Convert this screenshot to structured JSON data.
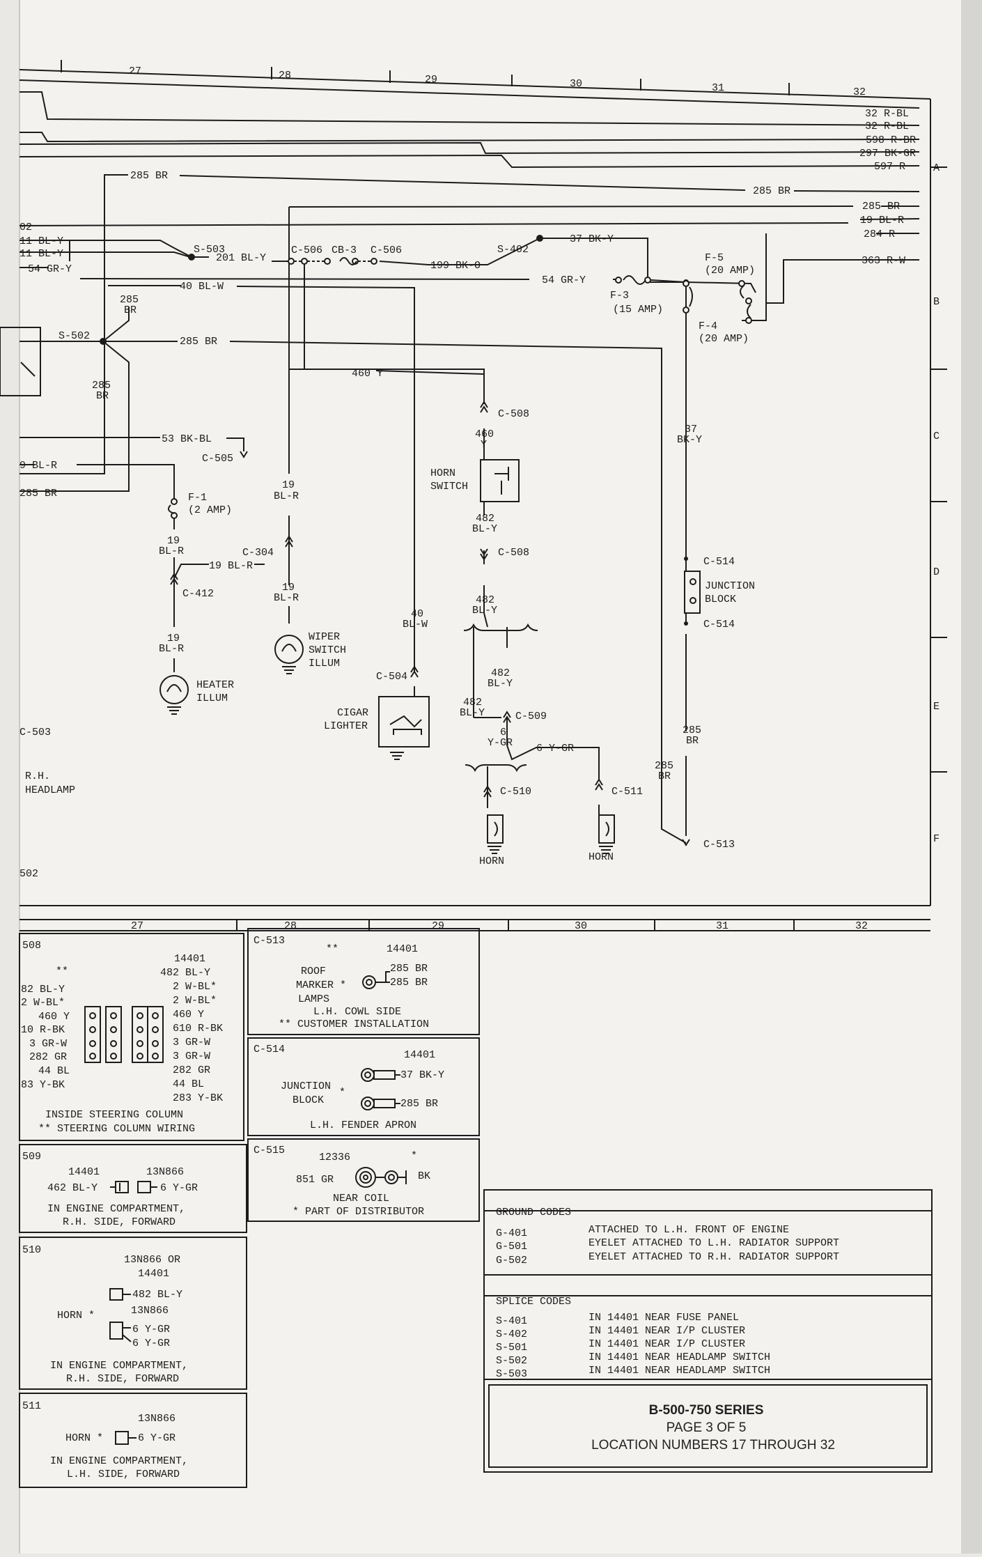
{
  "location_numbers": [
    "27",
    "28",
    "29",
    "30",
    "31",
    "32"
  ],
  "row_letters": [
    "A",
    "B",
    "C",
    "D",
    "E",
    "F"
  ],
  "wires": {
    "w32_rbl_1": "32 R-BL",
    "w32_rbl_2": "32 R-BL",
    "w598": "598 R-BR",
    "w297": "297 BK-GR",
    "w597": "597 R",
    "w285_top": "285 BR",
    "w285_right1": "285 BR",
    "w285_right2": "285 BR",
    "w19_right": "19 BL-R",
    "w284": "284 R",
    "w363": "363 R-W",
    "w37_bky": "37 BK-Y",
    "w02": "02",
    "w11_bly1": "11 BL-Y",
    "w11_bly2": "11 BL-Y",
    "w54_left": "54 GR-Y",
    "w201": "201 BL-Y",
    "w199": "199 BK-O",
    "w54_mid": "54 GR-Y",
    "w40": "40 BL-W",
    "w285_br_l1": "285",
    "w285_br_l2": "BR",
    "w285_mid": "285 BR",
    "w285_b1": "285",
    "w285_b2": "BR",
    "w460": "460 Y",
    "w53": "53 BK-BL",
    "w9_blr": "9 BL-R",
    "w285_left": "285 BR",
    "w19_a1": "19",
    "w19_a2": "BL-R",
    "w19_c": "19 BL-R",
    "w19_b1": "19",
    "w19_b2": "BL-R",
    "w19_d1": "19",
    "w19_d2": "BL-R",
    "w19_e1": "19",
    "w19_e2": "BL-R",
    "w40v1": "40",
    "w40v2": "BL-W",
    "w460v1": "460",
    "w460v2": "Y",
    "w482a1": "482",
    "w482a2": "BL-Y",
    "w482b1": "482",
    "w482b2": "BL-Y",
    "w482c1": "482",
    "w482c2": "BL-Y",
    "w482d1": "482",
    "w482d2": "BL-Y",
    "w6a1": "6",
    "w6a2": "Y-GR",
    "w6b": "6 Y-GR",
    "w37v1": "37",
    "w37v2": "BK-Y",
    "w285v1": "285",
    "w285v2": "BR",
    "w285w1": "285",
    "w285w2": "BR"
  },
  "labels": {
    "s503": "S-503",
    "s402": "S-402",
    "s502": "S-502",
    "c506a": "C-506",
    "cb3": "CB-3",
    "c506b": "C-506",
    "f5": "F-5",
    "f5amp": "(20 AMP)",
    "f3": "F-3",
    "f3amp": "(15 AMP)",
    "f4": "F-4",
    "f4amp": "(20 AMP)",
    "c508a": "C-508",
    "c508b": "C-508",
    "c505": "C-505",
    "f1": "F-1",
    "f1amp": "(2 AMP)",
    "c304": "C-304",
    "c412": "C-412",
    "c504": "C-504",
    "c509": "C-509",
    "c510": "C-510",
    "c511": "C-511",
    "c513": "C-513",
    "c514a": "C-514",
    "c514b": "C-514",
    "c503": "C-503",
    "g502": "502",
    "horn_switch1": "HORN",
    "horn_switch2": "SWITCH",
    "junction1": "JUNCTION",
    "junction2": "BLOCK",
    "wiper1": "WIPER",
    "wiper2": "SWITCH",
    "wiper3": "ILLUM",
    "heater1": "HEATER",
    "heater2": "ILLUM",
    "cigar1": "CIGAR",
    "cigar2": "LIGHTER",
    "horn_a": "HORN",
    "horn_b": "HORN",
    "rh1": "R.H.",
    "rh2": "HEADLAMP"
  },
  "connectors": {
    "c508": {
      "title": "508",
      "stars": "**",
      "part": "14401",
      "left_wires": [
        "82 BL-Y",
        "2 W-BL*",
        "460 Y",
        "10 R-BK",
        "3 GR-W",
        "282 GR",
        "44 BL",
        "83 Y-BK"
      ],
      "right_wires": [
        "482 BL-Y",
        "2 W-BL*",
        "2 W-BL*",
        "460 Y",
        "610 R-BK",
        "3 GR-W",
        "3 GR-W",
        "282 GR",
        "44 BL",
        "283 Y-BK"
      ],
      "note1": "INSIDE STEERING COLUMN",
      "note2": "** STEERING COLUMN WIRING"
    },
    "c513": {
      "title": "C-513",
      "stars": "**",
      "part": "14401",
      "l1": "ROOF",
      "l2": "MARKER *",
      "l3": "LAMPS",
      "w1": "285 BR",
      "w2": "285 BR",
      "note1": "L.H. COWL SIDE",
      "note2": "** CUSTOMER INSTALLATION"
    },
    "c514": {
      "title": "C-514",
      "part": "14401",
      "l1": "JUNCTION",
      "l2": "BLOCK",
      "star": "*",
      "w1": "37 BK-Y",
      "w2": "285 BR",
      "note": "L.H. FENDER APRON"
    },
    "c515": {
      "title": "C-515",
      "part": "12336",
      "star": "*",
      "wl": "851 GR",
      "wr": "BK",
      "note1": "NEAR COIL",
      "note2": "* PART OF DISTRIBUTOR"
    },
    "c509": {
      "title": "509",
      "p1": "14401",
      "p2": "13N866",
      "wl": "462 BL-Y",
      "wr": "6 Y-GR",
      "note1": "IN ENGINE COMPARTMENT,",
      "note2": "R.H. SIDE, FORWARD"
    },
    "c510": {
      "title": "510",
      "p1": "13N866 OR",
      "p2": "14401",
      "w1": "482 BL-Y",
      "p3": "13N866",
      "horn": "HORN *",
      "w2": "6 Y-GR",
      "w3": "6 Y-GR",
      "note1": "IN ENGINE COMPARTMENT,",
      "note2": "R.H. SIDE, FORWARD"
    },
    "c511": {
      "title": "511",
      "p1": "13N866",
      "horn": "HORN *",
      "w1": "6 Y-GR",
      "note1": "IN ENGINE COMPARTMENT,",
      "note2": "L.H. SIDE, FORWARD"
    }
  },
  "ground_codes": {
    "heading": "GROUND CODES",
    "rows": [
      {
        "code": "G-401",
        "desc": "ATTACHED TO L.H. FRONT OF ENGINE"
      },
      {
        "code": "G-501",
        "desc": "EYELET ATTACHED TO L.H. RADIATOR SUPPORT"
      },
      {
        "code": "G-502",
        "desc": "EYELET ATTACHED TO R.H. RADIATOR SUPPORT"
      }
    ]
  },
  "splice_codes": {
    "heading": "SPLICE CODES",
    "rows": [
      {
        "code": "S-401",
        "desc": "IN 14401 NEAR FUSE PANEL"
      },
      {
        "code": "S-402",
        "desc": "IN 14401 NEAR I/P CLUSTER"
      },
      {
        "code": "S-501",
        "desc": "IN 14401 NEAR I/P CLUSTER"
      },
      {
        "code": "S-502",
        "desc": "IN 14401 NEAR HEADLAMP SWITCH"
      },
      {
        "code": "S-503",
        "desc": "IN 14401 NEAR HEADLAMP SWITCH"
      }
    ]
  },
  "title_block": {
    "series": "B-500-750 SERIES",
    "page": "PAGE 3 OF 5",
    "locations": "LOCATION NUMBERS 17 THROUGH 32"
  }
}
